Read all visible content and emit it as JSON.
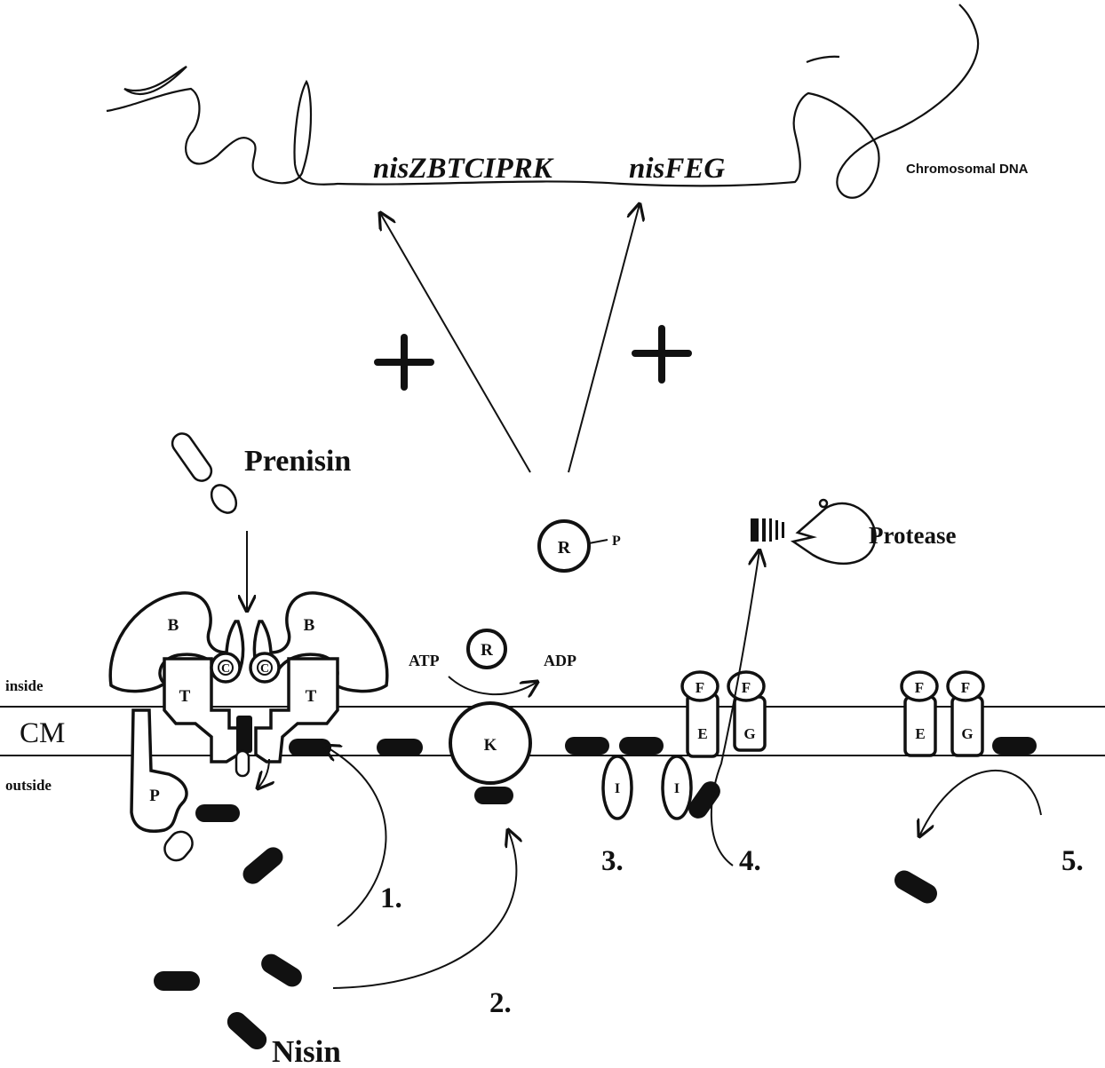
{
  "dna": {
    "label": "Chromosomal DNA",
    "operon_1": "nisZBTCIPRK",
    "operon_2": "nisFEG"
  },
  "plus_sign": "+",
  "prenisin_label": "Prenisin",
  "nisin_label": "Nisin",
  "protease_label": "Protease",
  "membrane": {
    "inside_label": "inside",
    "cm_label": "CM",
    "outside_label": "outside"
  },
  "proteins": {
    "B": "B",
    "T": "T",
    "C": "C",
    "P": "P",
    "R": "R",
    "K": "K",
    "I": "I",
    "F": "F",
    "E": "E",
    "G": "G"
  },
  "phosphate": "P",
  "atp_label": "ATP",
  "adp_label": "ADP",
  "steps": [
    "1.",
    "2.",
    "3.",
    "4.",
    "5."
  ]
}
